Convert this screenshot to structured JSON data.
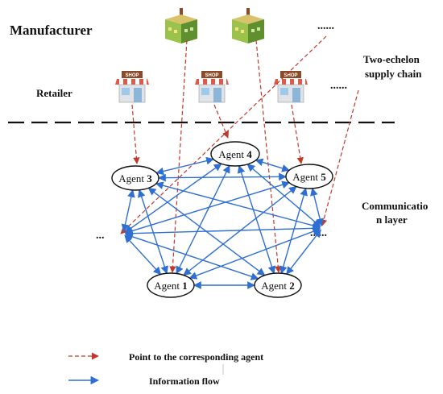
{
  "labels": {
    "manufacturer": "Manufacturer",
    "retailer": "Retailer",
    "supply_chain_line1": "Two-echelon",
    "supply_chain_line2": "supply chain",
    "comm_line1": "Communicatio",
    "comm_line2": "n layer",
    "ellipsis": "......",
    "ellipsis_left": "...",
    "shop_sign": "SHOP"
  },
  "agents": [
    {
      "id": "a1",
      "prefix": "Agent ",
      "num": "1"
    },
    {
      "id": "a2",
      "prefix": "Agent ",
      "num": "2"
    },
    {
      "id": "a3",
      "prefix": "Agent ",
      "num": "3"
    },
    {
      "id": "a4",
      "prefix": "Agent ",
      "num": "4"
    },
    {
      "id": "a5",
      "prefix": "Agent ",
      "num": "5"
    }
  ],
  "legend": {
    "point_label": "Point to the corresponding agent",
    "info_label": "Information flow"
  },
  "colors": {
    "red": "#c0392b",
    "blue": "#2e6fd1",
    "dark": "#111111"
  },
  "icons": {
    "factory": "factory-icon",
    "shop": "shop-icon"
  }
}
